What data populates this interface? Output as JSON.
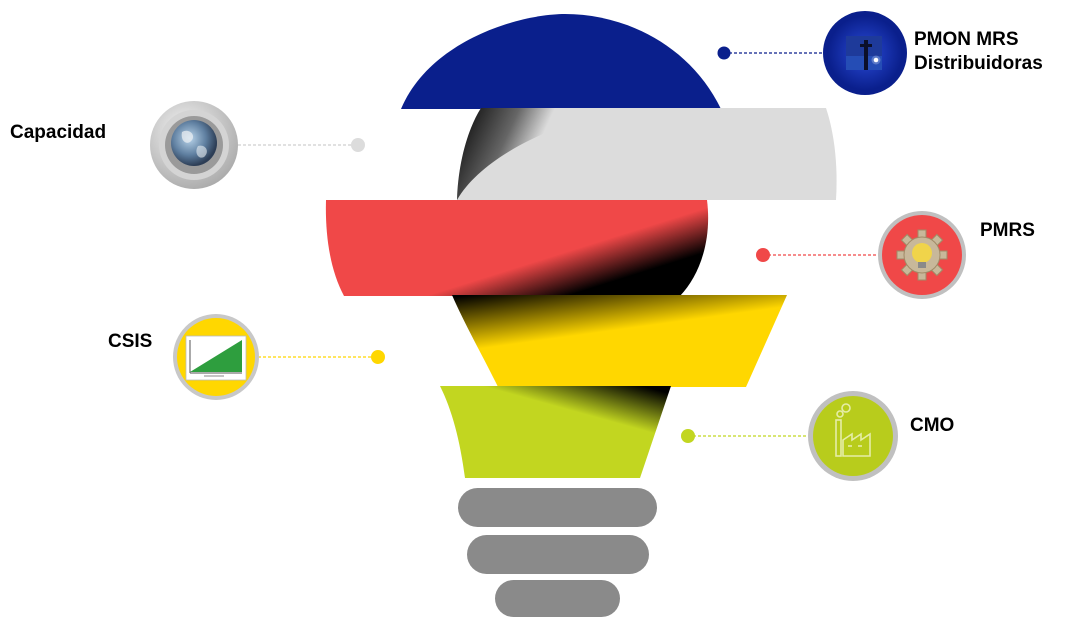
{
  "items": [
    {
      "key": "pmon",
      "label_lines": [
        "PMON MRS",
        "Distribuidoras"
      ],
      "color": "#0a1f8c",
      "icon": "night-city-icon"
    },
    {
      "key": "capacidad",
      "label_lines": [
        "Capacidad"
      ],
      "color": "#dcdcdc",
      "icon": "globe-earth-icon"
    },
    {
      "key": "pmrs",
      "label_lines": [
        "PMRS"
      ],
      "color": "#f04848",
      "icon": "gear-lightbulb-icon"
    },
    {
      "key": "csis",
      "label_lines": [
        "CSIS"
      ],
      "color": "#ffd700",
      "icon": "area-chart-icon"
    },
    {
      "key": "cmo",
      "label_lines": [
        "CMO"
      ],
      "color": "#c2d620",
      "icon": "factory-icon"
    }
  ],
  "bulb_base_color": "#8a8a8a"
}
